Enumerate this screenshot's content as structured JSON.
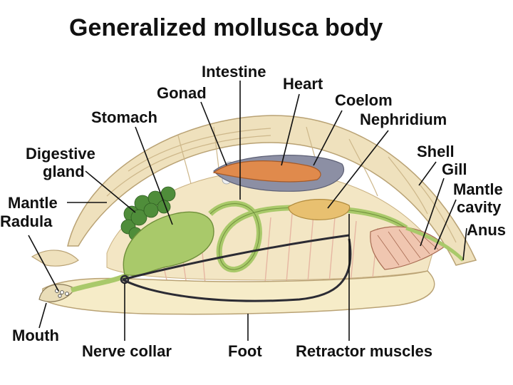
{
  "title": "Generalized mollusca body",
  "labels": {
    "intestine": "Intestine",
    "heart": "Heart",
    "gonad": "Gonad",
    "coelom": "Coelom",
    "stomach": "Stomach",
    "nephridium": "Nephridium",
    "digestive_gland_line1": "Digestive",
    "digestive_gland_line2": "gland",
    "shell": "Shell",
    "gill": "Gill",
    "mantle_left": "Mantle",
    "radula": "Radula",
    "mantle_cavity_line1": "Mantle",
    "mantle_cavity_line2": "cavity",
    "anus": "Anus",
    "mouth": "Mouth",
    "nerve_collar": "Nerve collar",
    "foot": "Foot",
    "retractor_muscles": "Retractor muscles"
  },
  "colors": {
    "shell": "#efe1bd",
    "shell_ridge": "#cdb78a",
    "foot": "#f6ecc8",
    "muscle": "#e6b6a2",
    "digestive": "#a9c96a",
    "digestive_gland": "#4f8d3a",
    "heart": "#e08a4c",
    "coelom": "#8c8fa4",
    "nephridium": "#e8c070",
    "nerve": "#2b2b33",
    "gill": "#f0c6b0"
  }
}
